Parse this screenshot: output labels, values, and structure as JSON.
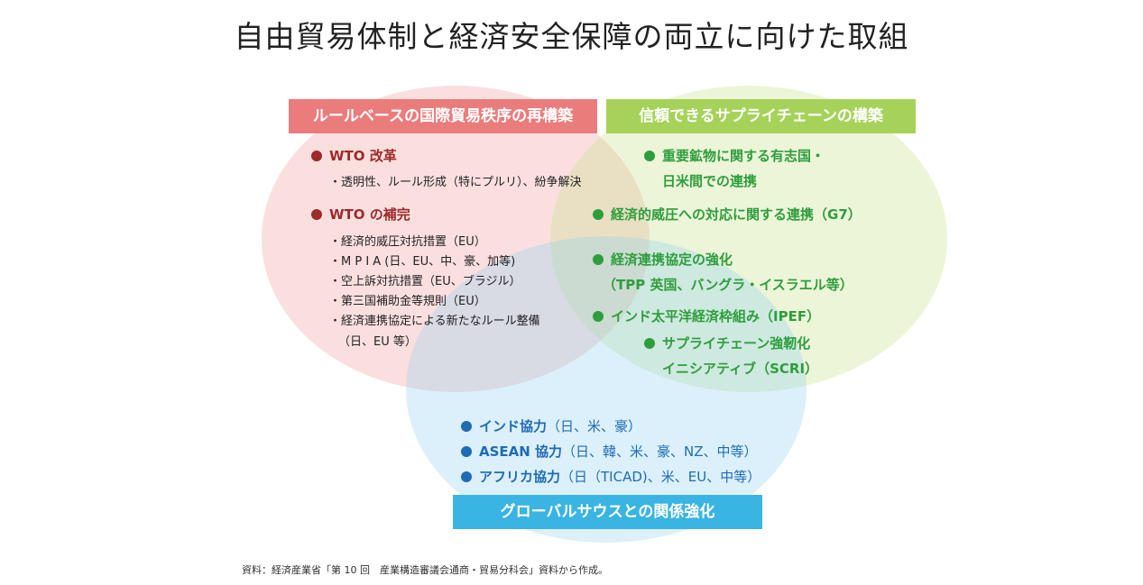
{
  "title": "自由貿易体制と経済安全保障の両立に向けた取組",
  "colors": {
    "red": "#ea7c7c",
    "green": "#a6d25a",
    "blue": "#3ab4e2"
  },
  "circles": {
    "rules": {
      "banner": "ルールベースの国際貿易秩序の再構築",
      "items": [
        {
          "label": "WTO 改革",
          "subs": [
            "・透明性、ルール形成（特にプルリ）、紛争解決"
          ]
        },
        {
          "label": "WTO の補完",
          "subs": [
            "・経済的威圧対抗措置（EU）",
            "・M P I A (日、EU、中、豪、加等)",
            "・空上訴対抗措置（EU、ブラジル）",
            "・第三国補助金等規則（EU）",
            "・経済連携協定による新たなルール整備",
            "（日、EU 等）"
          ]
        }
      ]
    },
    "supply": {
      "banner": "信頼できるサプライチェーンの構築",
      "items": [
        {
          "line1": "重要鉱物に関する有志国・",
          "line2": "日米間での連携"
        },
        {
          "line1": "経済的威圧への対応に関する連携（G7）"
        },
        {
          "line1": "経済連携協定の強化",
          "line2": "（TPP 英国、バングラ・イスラエル等）"
        },
        {
          "line1": "インド太平洋経済枠組み（IPEF）"
        },
        {
          "line1": "サプライチェーン強靭化",
          "line2": "イニシアティブ（SCRI）"
        }
      ]
    },
    "south": {
      "banner": "グローバルサウスとの関係強化",
      "items": [
        {
          "name": "インド協力",
          "detail": "（日、米、豪）"
        },
        {
          "name": "ASEAN 協力",
          "detail": "（日、韓、米、豪、NZ、中等）"
        },
        {
          "name": "アフリカ協力",
          "detail": "（日（TICAD)、米、EU、中等）"
        }
      ]
    }
  },
  "source": "資料：経済産業省「第 10 回　産業構造審議会通商・貿易分科会」資料から作成。"
}
